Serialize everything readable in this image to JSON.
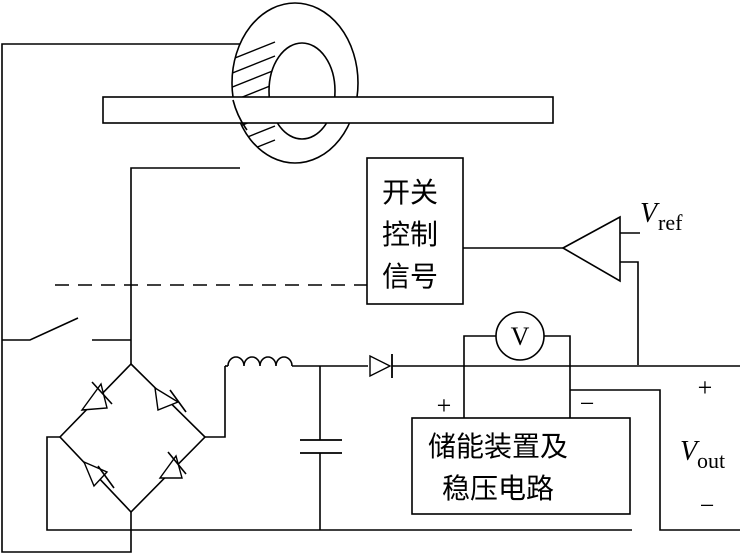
{
  "switch_block": {
    "line1": "开关",
    "line2": "控制",
    "line3": "信号"
  },
  "storage_block": {
    "line1": "储能装置及",
    "line2": "稳压电路"
  },
  "meter": {
    "symbol": "V"
  },
  "plus_sign": "+",
  "minus_sign": "−",
  "vref": {
    "main": "V",
    "sub": "ref"
  },
  "vout": {
    "main": "V",
    "sub": "out"
  }
}
